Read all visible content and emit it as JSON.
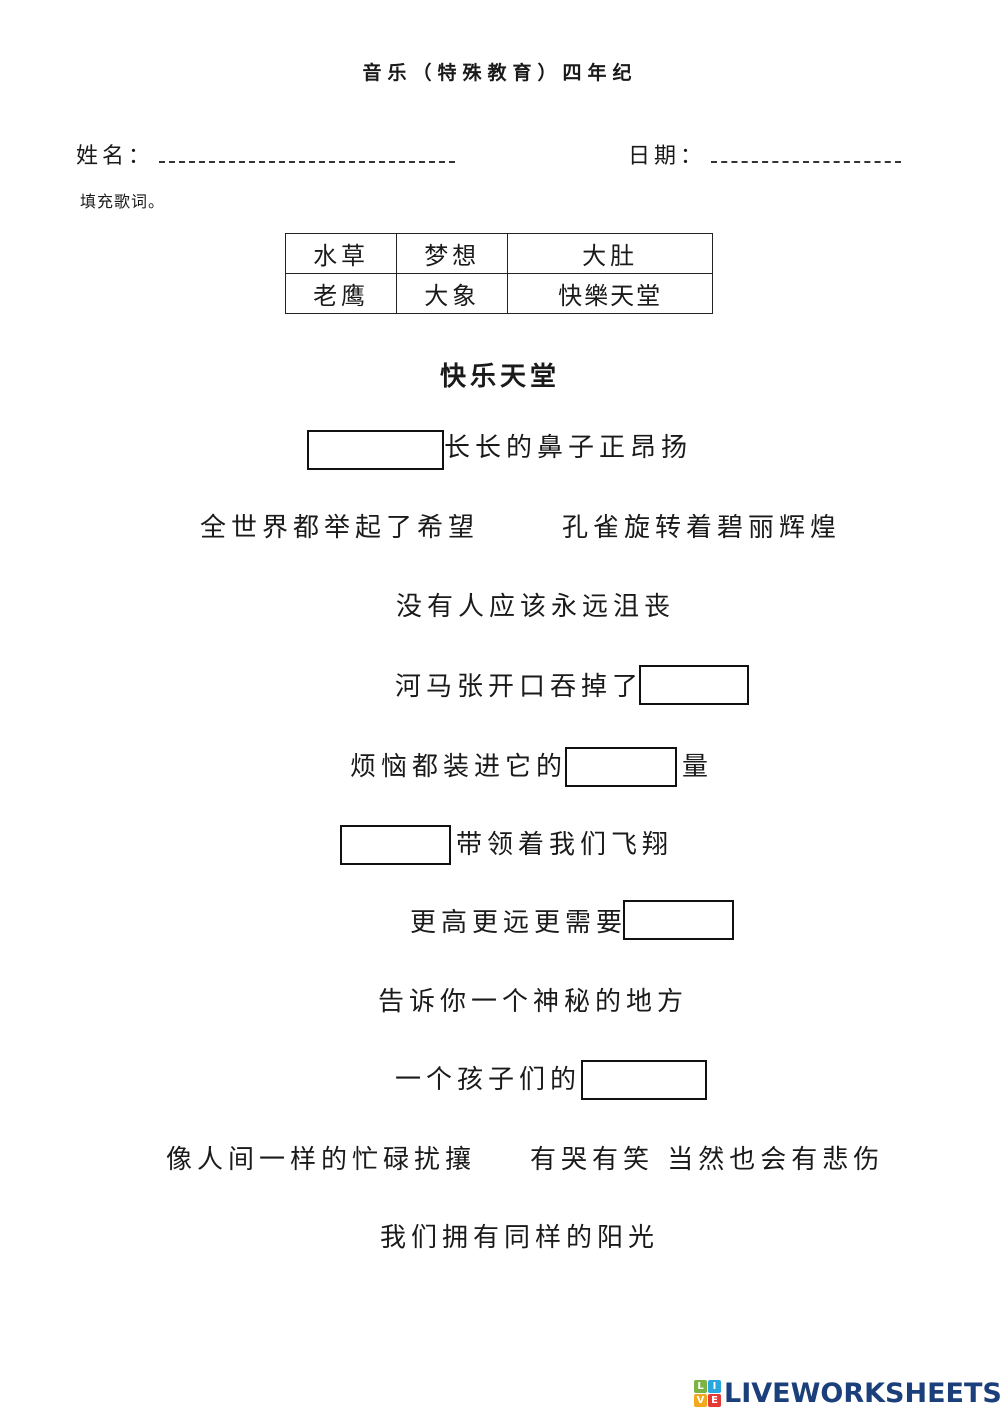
{
  "header": {
    "title": "音乐（特殊教育）四年纪",
    "name_label": "姓名：",
    "date_label": "日期：",
    "instruction": "填充歌词。"
  },
  "word_bank": {
    "rows": [
      [
        "水草",
        "梦想",
        "大肚"
      ],
      [
        "老鹰",
        "大象",
        "快樂天堂"
      ]
    ]
  },
  "song": {
    "title": "快乐天堂",
    "lines": [
      {
        "before": "",
        "after": "长长的鼻子正昂扬",
        "blank": true
      },
      {
        "left": "全世界都举起了希望",
        "right": "孔雀旋转着碧丽辉煌"
      },
      {
        "text": "没有人应该永远沮丧"
      },
      {
        "before": "河马张开口吞掉了",
        "after": "",
        "blank": true
      },
      {
        "before": "烦恼都装进它的",
        "after": "量",
        "blank": true
      },
      {
        "before": "",
        "after": "带领着我们飞翔",
        "blank": true
      },
      {
        "before": "更高更远更需要",
        "after": "",
        "blank": true
      },
      {
        "text": "告诉你一个神秘的地方"
      },
      {
        "before": "一个孩子们的",
        "after": "",
        "blank": true
      },
      {
        "left": "像人间一样的忙碌扰攘",
        "right": "有哭有笑 当然也会有悲伤"
      },
      {
        "text": "我们拥有同样的阳光"
      }
    ]
  },
  "answers": [
    "",
    "",
    "",
    "",
    "",
    ""
  ],
  "footer": {
    "logo_letters": [
      "L",
      "I",
      "V",
      "E"
    ],
    "logo_colors": [
      "#7cb342",
      "#29a8e0",
      "#f4a81d",
      "#e53935"
    ],
    "brand": "LIVEWORKSHEETS",
    "brand_color": "#1b3f7a"
  }
}
